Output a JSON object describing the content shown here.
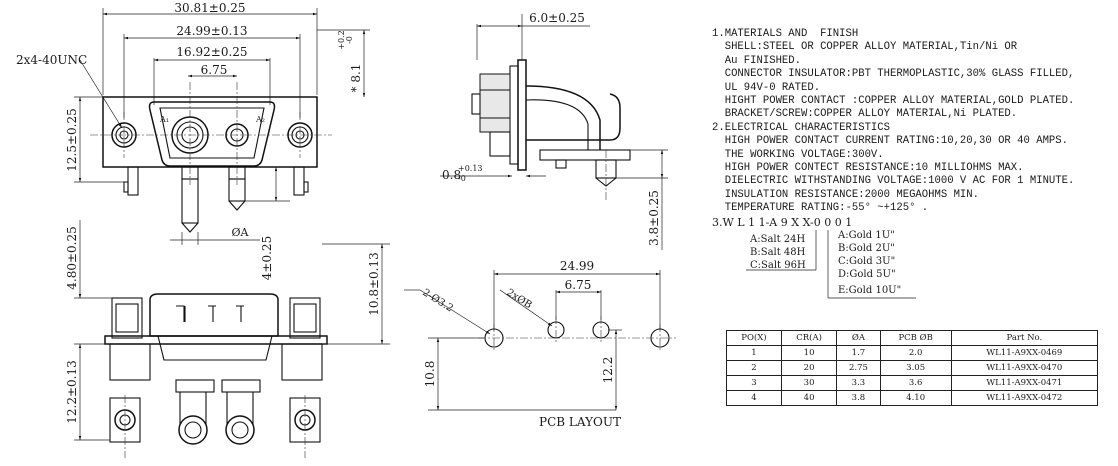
{
  "front_view": {
    "dim_overall": "30.81±0.25",
    "dim_mount": "24.99±0.13",
    "dim_shell": "16.92±0.25",
    "dim_pitch": "6.75",
    "screw_label": "2x4-40UNC",
    "dim_height": "12.5±0.25",
    "dim_tol_upper": "+0.2",
    "dim_tol_lower": "-0",
    "dim_depth_prefix": "* 8.1",
    "dim_pin_length": "4±0.25",
    "dim_pin_dia": "ØA",
    "contact_label_1": "A₁",
    "contact_label_2": "A₂"
  },
  "side_view": {
    "dim_top": "6.0±0.25",
    "dim_thickness": "0.8",
    "dim_thickness_tol_upper": "+0.13",
    "dim_thickness_tol_lower": "-0",
    "dim_pin": "3.8±0.25"
  },
  "bottom_view": {
    "dim_left_vertical": "4.80±0.25",
    "dim_right_vertical": "10.8±0.13",
    "dim_lower_left": "12.2±0.13"
  },
  "pcb_layout": {
    "title": "PCB LAYOUT",
    "dim_span": "24.99",
    "dim_pitch": "6.75",
    "hole_label_1": "2-Ø3.2",
    "hole_label_2": "2xØB",
    "dim_left": "10.8",
    "dim_right": "12.2"
  },
  "notes": {
    "lines": [
      "1.MATERIALS AND  FINISH",
      "  SHELL:STEEL OR COPPER ALLOY MATERIAL,Tin/Ni OR",
      "  Au FINISHED.",
      "  CONNECTOR INSULATOR:PBT THERMOPLASTIC,30% GLASS FILLED,",
      "  UL 94V-0 RATED.",
      "  HIGHT POWER CONTACT :COPPER ALLOY MATERIAL,GOLD PLATED.",
      "  BRACKET/SCREW:COPPER ALLOY MATERIAL,Ni PLATED.",
      "2.ELECTRICAL CHARACTERISTICS",
      "  HIGH POWER CONTACT CURRENT RATING:10,20,30 OR 40 AMPS.",
      "  THE WORKING VOLTAGE:300V.",
      "  HIGH POWER CONTECT RESISTANCE:10 MILLIOHMS MAX.",
      "  DIELECTRIC WITHSTANDING VOLTAGE:1000 V AC FOR 1 MINUTE.",
      "  INSULATION RESISTANCE:2000 MEGAOHMS MIN.",
      "  TEMPERATURE RATING:-55° ~+125° ."
    ]
  },
  "part_code": {
    "code": "3.W L 1 1-A 9 X X-0 0 0 1",
    "salt_options": [
      "A:Salt 24H",
      "B:Salt 48H",
      "C:Salt 96H"
    ],
    "gold_options": [
      "A:Gold 1U\"",
      "B:Gold 2U\"",
      "C:Gold 3U\"",
      "D:Gold 5U\"",
      "E:Gold 10U\""
    ]
  },
  "table": {
    "headers": [
      "PO(X)",
      "CR(A)",
      "ØA",
      "PCB ØB",
      "Part  No."
    ],
    "rows": [
      [
        "1",
        "10",
        "1.7",
        "2.0",
        "WL11-A9XX-0469"
      ],
      [
        "2",
        "20",
        "2.75",
        "3.05",
        "WL11-A9XX-0470"
      ],
      [
        "3",
        "30",
        "3.3",
        "3.6",
        "WL11-A9XX-0471"
      ],
      [
        "4",
        "40",
        "3.8",
        "4.10",
        "WL11-A9XX-0472"
      ]
    ]
  }
}
